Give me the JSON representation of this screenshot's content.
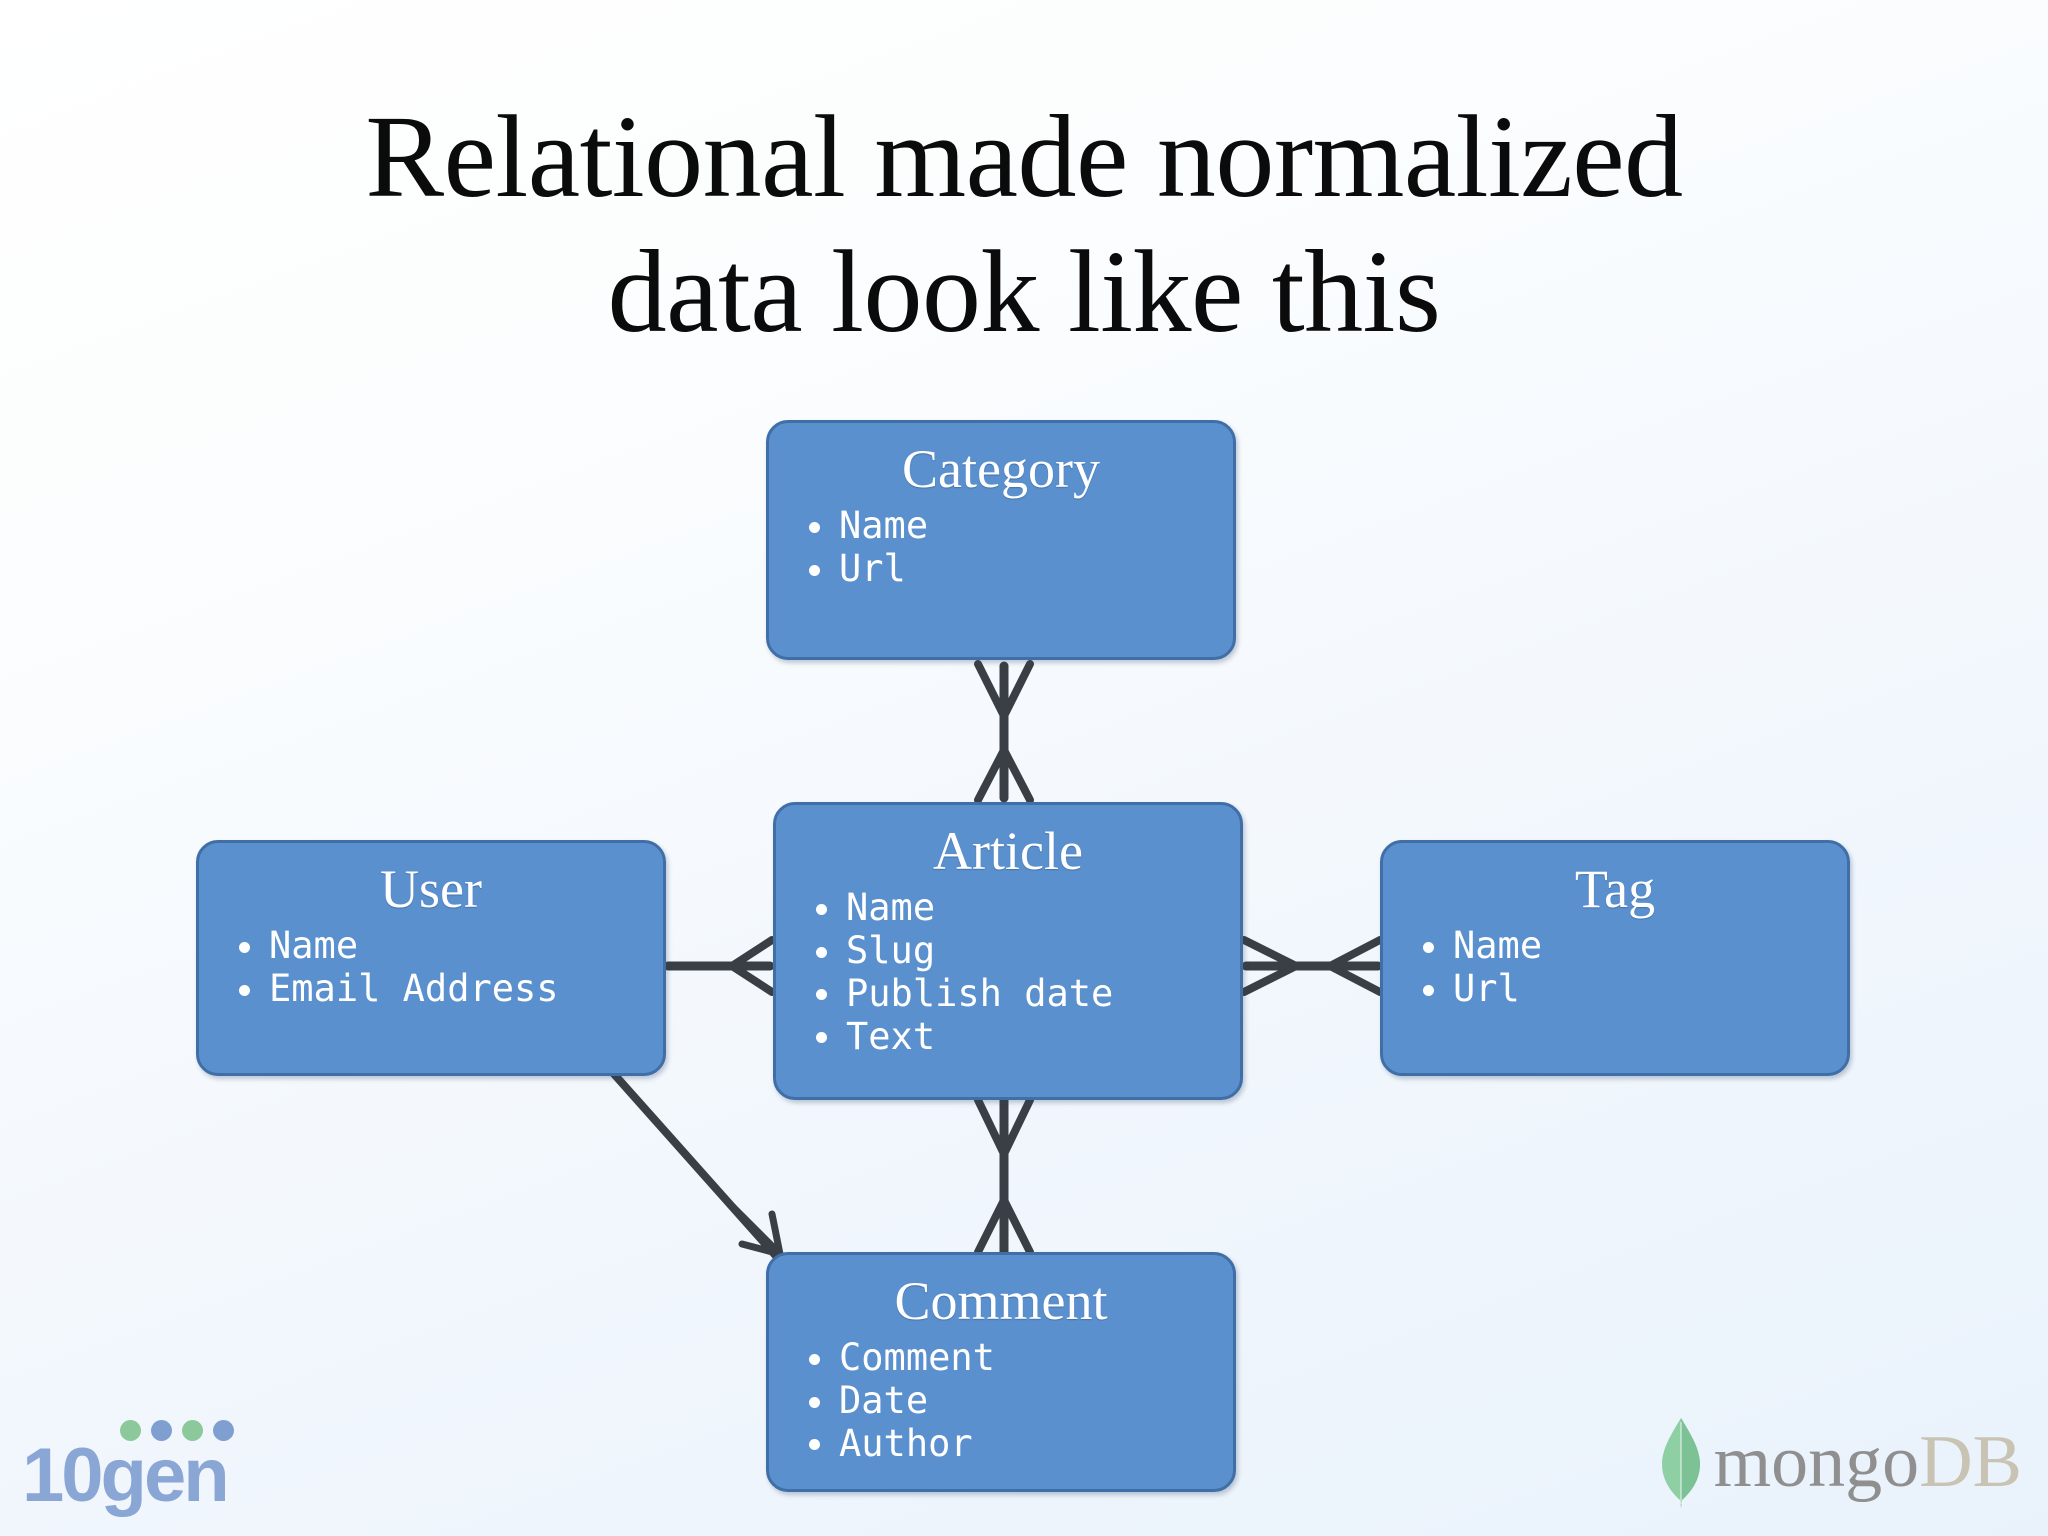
{
  "slide": {
    "title": "Relational made normalized\ndata look like this",
    "background_gradient_from": "#ffffff",
    "background_gradient_to": "#e9f2fb"
  },
  "theme": {
    "entity_fill": "#5b90cf",
    "entity_border": "#3f6fa6",
    "entity_text": "#ffffff",
    "connector_color": "#3a3f45",
    "title_color": "#0b0b0b"
  },
  "diagram": {
    "type": "entity-relationship",
    "notation": "crows-foot",
    "entities": [
      {
        "id": "category",
        "name": "Category",
        "fields": [
          "Name",
          "Url"
        ]
      },
      {
        "id": "article",
        "name": "Article",
        "fields": [
          "Name",
          "Slug",
          "Publish date",
          "Text"
        ]
      },
      {
        "id": "user",
        "name": "User",
        "fields": [
          "Name",
          "Email Address"
        ]
      },
      {
        "id": "tag",
        "name": "Tag",
        "fields": [
          "Name",
          "Url"
        ]
      },
      {
        "id": "comment",
        "name": "Comment",
        "fields": [
          "Comment",
          "Date",
          "Author"
        ]
      }
    ],
    "relationships": [
      {
        "id": "category-article",
        "from": "category",
        "to": "article",
        "from_end": "many",
        "to_end": "many"
      },
      {
        "id": "user-article",
        "from": "user",
        "to": "article",
        "from_end": "one",
        "to_end": "many"
      },
      {
        "id": "article-tag",
        "from": "article",
        "to": "tag",
        "from_end": "many",
        "to_end": "many"
      },
      {
        "id": "article-comment",
        "from": "article",
        "to": "comment",
        "from_end": "many",
        "to_end": "many"
      },
      {
        "id": "user-comment",
        "from": "user",
        "to": "comment",
        "from_end": "one",
        "to_end": "many"
      }
    ]
  },
  "logos": {
    "tengen": {
      "wordmark": "10gen",
      "wordmark_color": "#8aa6d4",
      "dots": [
        "#8cc99a",
        "#7f9fd0",
        "#8cc99a",
        "#7f9fd0"
      ]
    },
    "mongodb": {
      "word_primary": "mongo",
      "word_secondary": "DB",
      "leaf_color": "#8ecfa4",
      "word_primary_color": "#8f8f8f",
      "word_secondary_color": "#c9c3b3"
    }
  }
}
